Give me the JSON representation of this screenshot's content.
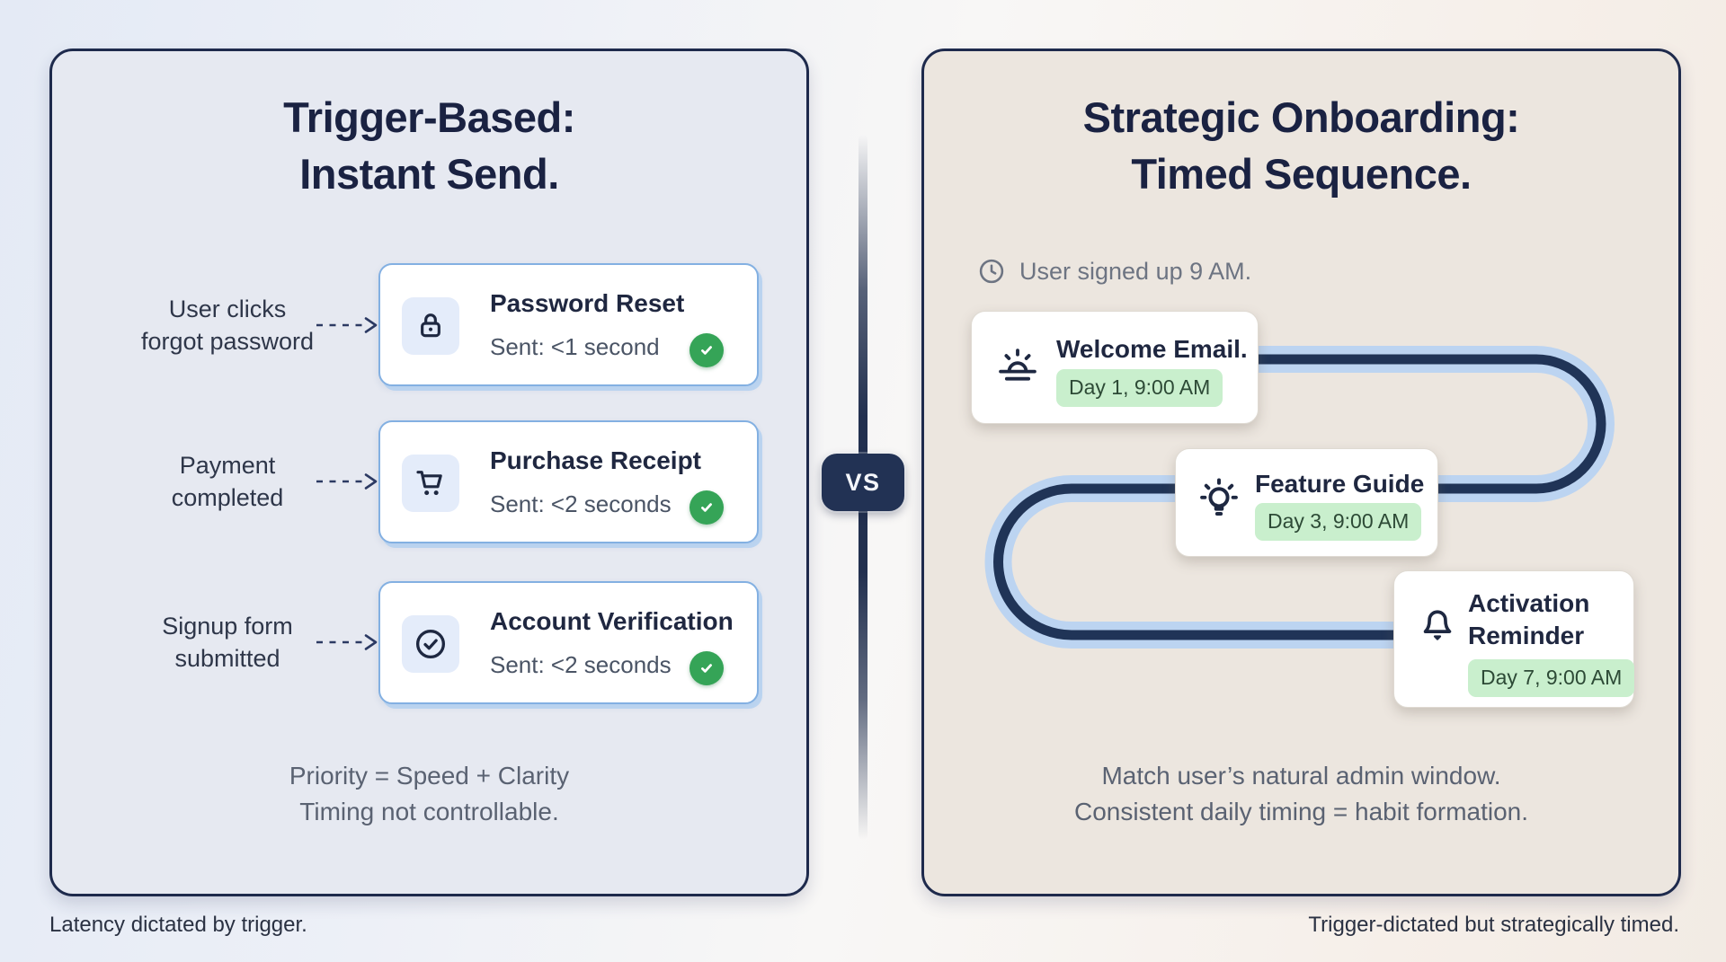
{
  "colors": {
    "navy": "#1e2a4c",
    "panel_left_bg": "#e6e9f1",
    "panel_right_bg": "#ece6df",
    "card_border_blue": "#83b0e2",
    "check_green": "#35a457",
    "badge_green_bg": "#c9efcd",
    "path_navy": "#203457",
    "path_light_blue": "#bcd4f1"
  },
  "divider": {
    "vs_label": "VS"
  },
  "left_panel": {
    "title_line1": "Trigger-Based:",
    "title_line2": "Instant Send.",
    "rows": [
      {
        "trigger_line1": "User clicks",
        "trigger_line2": "forgot password",
        "card_title": "Password Reset",
        "card_status": "Sent: <1 second",
        "icon": "lock-icon"
      },
      {
        "trigger_line1": "Payment",
        "trigger_line2": "completed",
        "card_title": "Purchase Receipt",
        "card_status": "Sent: <2 seconds",
        "icon": "shopping-cart-icon"
      },
      {
        "trigger_line1": "Signup form",
        "trigger_line2": "submitted",
        "card_title": "Account Verification",
        "card_status": "Sent: <2 seconds",
        "icon": "check-circle-icon"
      }
    ],
    "footnote_line1": "Priority = Speed + Clarity",
    "footnote_line2": "Timing not controllable.",
    "caption": "Latency dictated by trigger."
  },
  "right_panel": {
    "title_line1": "Strategic Onboarding:",
    "title_line2": "Timed Sequence.",
    "signup_note": "User signed up 9 AM.",
    "steps": [
      {
        "title": "Welcome Email.",
        "badge": "Day 1, 9:00 AM",
        "icon": "sunrise-icon"
      },
      {
        "title": "Feature Guide",
        "badge": "Day 3, 9:00 AM",
        "icon": "lightbulb-icon"
      },
      {
        "title": "Activation Reminder",
        "badge": "Day 7, 9:00 AM",
        "icon": "bell-icon"
      }
    ],
    "footnote_line1": "Match user’s natural admin window.",
    "footnote_line2": "Consistent daily timing = habit formation.",
    "caption": "Trigger-dictated but strategically timed."
  }
}
